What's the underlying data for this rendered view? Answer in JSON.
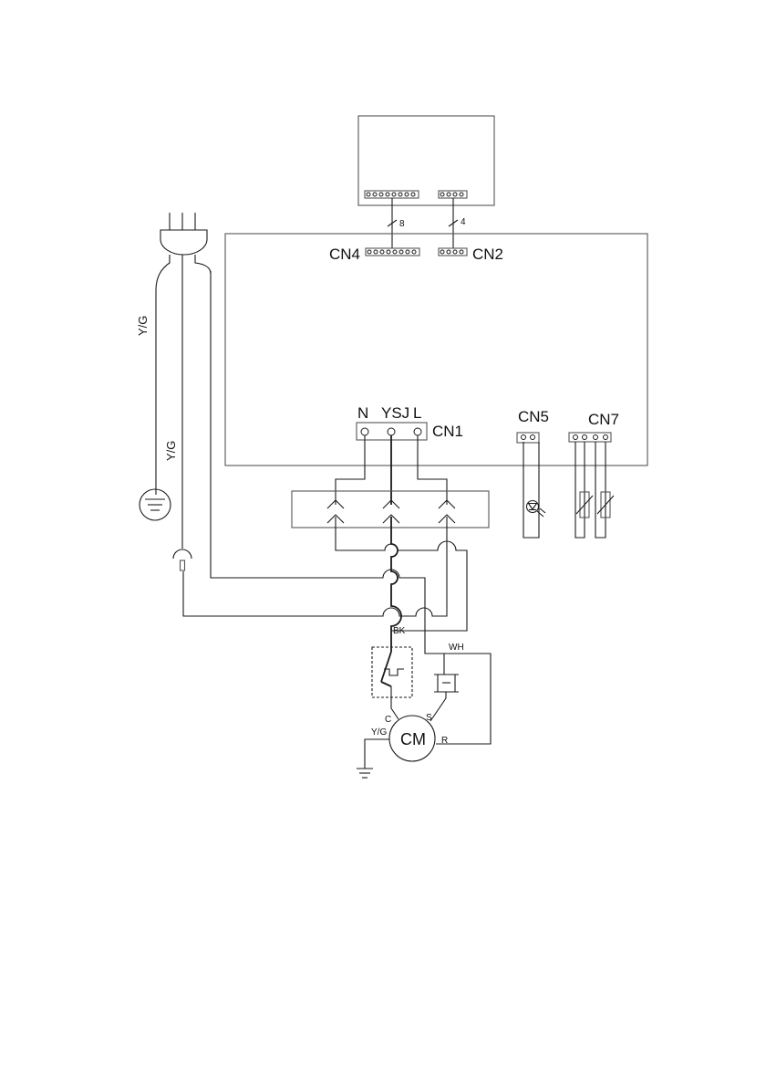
{
  "connectors": {
    "cn4": "CN4",
    "cn2": "CN2",
    "cn1": "CN1",
    "cn5": "CN5",
    "cn7": "CN7"
  },
  "cn1_terminals": {
    "n": "N",
    "ysj": "YSJ",
    "l": "L"
  },
  "bus_counts": {
    "cn4_wires": "8",
    "cn2_wires": "4"
  },
  "wire_labels": {
    "yg_plug": "Y/G",
    "yg_socket": "Y/G",
    "yg_motor": "Y/G",
    "bk": "BK",
    "wh": "WH"
  },
  "motor": {
    "label": "CM",
    "terminal_c": "C",
    "terminal_s": "S",
    "terminal_r": "R"
  },
  "colors": {
    "line": "#1a1a1a",
    "board_outline": "#555555",
    "background": "#ffffff"
  }
}
